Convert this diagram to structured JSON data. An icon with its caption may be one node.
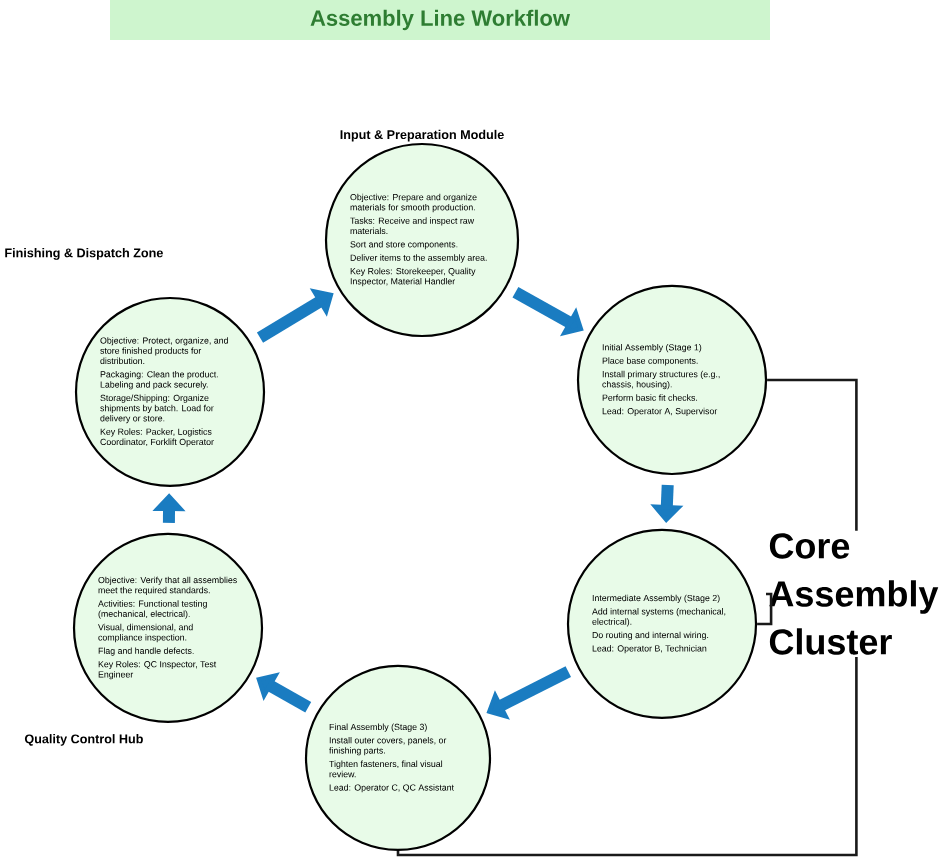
{
  "diagram": {
    "title": "Assembly Line Workflow",
    "nodes": [
      {
        "text": [
          "Input & Preparation Module",
          "Objective: Prepare and organize materials for smooth production.",
          "Tasks: Receive and inspect raw materials.",
          "Sort and store components.",
          "Deliver items to the assembly area.",
          "Key Roles: Storekeeper, Quality Inspector, Material Handler"
        ]
      },
      {
        "text": [
          "Initial Assembly (Stage 1)",
          "Place base components.",
          "Install primary structures (e.g., chassis, housing).",
          "Perform basic fit checks.",
          "Lead: Operator A, Supervisor"
        ]
      },
      {
        "text": [
          "Intermediate Assembly (Stage 2)",
          "Add internal systems (mechanical, electrical).",
          "Do routing and internal wiring.",
          "Lead: Operator B, Technician"
        ]
      },
      {
        "text": [
          "Final Assembly (Stage 3)",
          "Install outer covers, panels, or finishing parts.",
          "Tighten fasteners, final visual review.",
          "Lead: Operator C, QC Assistant"
        ]
      },
      {
        "text": [
          "Quality Control Hub",
          "Objective: Verify that all assemblies meet the required standards.",
          "Activities: Functional testing (mechanical, electrical).",
          "Visual, dimensional, and compliance inspection.",
          "Flag and handle defects.",
          "Key Roles: QC Inspector, Test Engineer"
        ]
      },
      {
        "text": [
          "Finishing & Dispatch Zone",
          "Objective: Protect, organize, and store finished products for distribution.",
          "Packaging: Clean the product. Labeling and pack securely.",
          "Storage/Shipping: Organize shipments by batch. Load for delivery or store.",
          "Key Roles: Packer, Logistics Coordinator, Forklift Operator"
        ]
      },
      {
        "text": [
          "Core Assembly Cluster"
        ]
      }
    ],
    "edges": [
      {
        "from": 0,
        "to": 1,
        "arrow": "to"
      },
      {
        "from": 1,
        "to": 2,
        "arrow": "to"
      },
      {
        "from": 2,
        "to": 3,
        "arrow": "to"
      },
      {
        "from": 3,
        "to": 4,
        "arrow": "to"
      },
      {
        "from": 4,
        "to": 5,
        "arrow": "to"
      },
      {
        "from": 5,
        "to": 0,
        "arrow": "to"
      },
      {
        "from": 1,
        "to": 6,
        "arrow": "none",
        "color": "#1a1a1a"
      },
      {
        "from": 2,
        "to": 6,
        "arrow": "none",
        "color": "#1a1a1a"
      },
      {
        "from": 3,
        "to": 6,
        "arrow": "none",
        "color": "#1a1a1a"
      }
    ]
  }
}
